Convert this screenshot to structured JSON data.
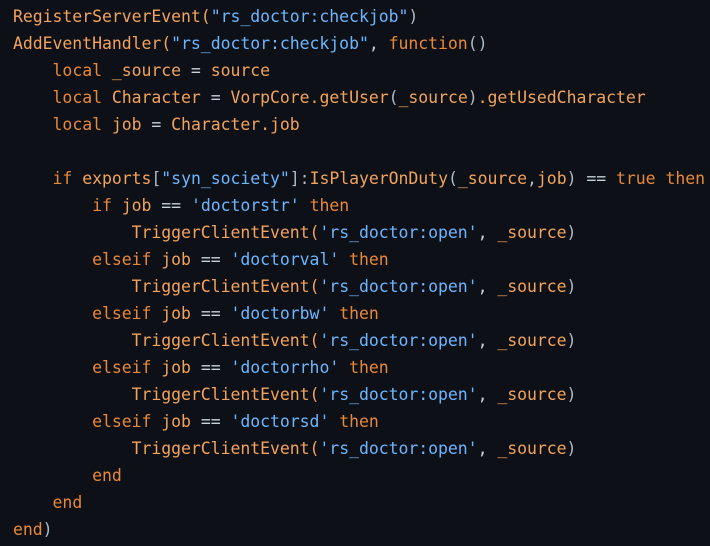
{
  "editor": {
    "language": "lua",
    "colors": {
      "background": "#0d1117",
      "keyword": "#e8883a",
      "identifier": "#f2a35c",
      "string": "#6cb6ff",
      "operator": "#c9d1d9",
      "punctuation": "#adbac7"
    },
    "lines": [
      [
        [
          "id",
          "RegisterServerEvent"
        ],
        [
          "id",
          "("
        ],
        [
          "str",
          "\"rs_doctor:checkjob\""
        ],
        [
          "punc",
          ")"
        ]
      ],
      [
        [
          "id",
          "AddEventHandler"
        ],
        [
          "id",
          "("
        ],
        [
          "str",
          "\"rs_doctor:checkjob\""
        ],
        [
          "op",
          ", "
        ],
        [
          "kw",
          "function"
        ],
        [
          "punc",
          "()"
        ]
      ],
      [
        [
          "ws",
          "    "
        ],
        [
          "kw",
          "local"
        ],
        [
          "ws",
          " "
        ],
        [
          "id",
          "_source"
        ],
        [
          "op",
          " = "
        ],
        [
          "id",
          "source"
        ]
      ],
      [
        [
          "ws",
          "    "
        ],
        [
          "kw",
          "local"
        ],
        [
          "ws",
          " "
        ],
        [
          "id",
          "Character"
        ],
        [
          "op",
          " = "
        ],
        [
          "id",
          "VorpCore.getUser"
        ],
        [
          "punc",
          "("
        ],
        [
          "id",
          "_source"
        ],
        [
          "punc",
          ")"
        ],
        [
          "id",
          ".getUsedCharacter"
        ]
      ],
      [
        [
          "ws",
          "    "
        ],
        [
          "kw",
          "local"
        ],
        [
          "ws",
          " "
        ],
        [
          "id",
          "job"
        ],
        [
          "op",
          " = "
        ],
        [
          "id",
          "Character.job"
        ]
      ],
      [],
      [
        [
          "ws",
          "    "
        ],
        [
          "kw",
          "if"
        ],
        [
          "ws",
          " "
        ],
        [
          "id",
          "exports"
        ],
        [
          "punc",
          "["
        ],
        [
          "str",
          "\"syn_society\""
        ],
        [
          "punc",
          "]:"
        ],
        [
          "id",
          "IsPlayerOnDuty"
        ],
        [
          "punc",
          "("
        ],
        [
          "id",
          "_source"
        ],
        [
          "punc",
          ","
        ],
        [
          "id",
          "job"
        ],
        [
          "punc",
          ")"
        ],
        [
          "op",
          " == "
        ],
        [
          "kw",
          "true"
        ],
        [
          "ws",
          " "
        ],
        [
          "kw",
          "then"
        ]
      ],
      [
        [
          "ws",
          "        "
        ],
        [
          "kw",
          "if"
        ],
        [
          "ws",
          " "
        ],
        [
          "id",
          "job"
        ],
        [
          "op",
          " == "
        ],
        [
          "str",
          "'doctorstr'"
        ],
        [
          "ws",
          " "
        ],
        [
          "kw",
          "then"
        ]
      ],
      [
        [
          "ws",
          "            "
        ],
        [
          "id",
          "TriggerClientEvent"
        ],
        [
          "id",
          "("
        ],
        [
          "str",
          "'rs_doctor:open'"
        ],
        [
          "op",
          ", "
        ],
        [
          "id",
          "_source"
        ],
        [
          "punc",
          ")"
        ]
      ],
      [
        [
          "ws",
          "        "
        ],
        [
          "kw",
          "elseif"
        ],
        [
          "ws",
          " "
        ],
        [
          "id",
          "job"
        ],
        [
          "op",
          " == "
        ],
        [
          "str",
          "'doctorval'"
        ],
        [
          "ws",
          " "
        ],
        [
          "kw",
          "then"
        ]
      ],
      [
        [
          "ws",
          "            "
        ],
        [
          "id",
          "TriggerClientEvent"
        ],
        [
          "id",
          "("
        ],
        [
          "str",
          "'rs_doctor:open'"
        ],
        [
          "op",
          ", "
        ],
        [
          "id",
          "_source"
        ],
        [
          "punc",
          ")"
        ]
      ],
      [
        [
          "ws",
          "        "
        ],
        [
          "kw",
          "elseif"
        ],
        [
          "ws",
          " "
        ],
        [
          "id",
          "job"
        ],
        [
          "op",
          " == "
        ],
        [
          "str",
          "'doctorbw'"
        ],
        [
          "ws",
          " "
        ],
        [
          "kw",
          "then"
        ]
      ],
      [
        [
          "ws",
          "            "
        ],
        [
          "id",
          "TriggerClientEvent"
        ],
        [
          "id",
          "("
        ],
        [
          "str",
          "'rs_doctor:open'"
        ],
        [
          "op",
          ", "
        ],
        [
          "id",
          "_source"
        ],
        [
          "punc",
          ")"
        ]
      ],
      [
        [
          "ws",
          "        "
        ],
        [
          "kw",
          "elseif"
        ],
        [
          "ws",
          " "
        ],
        [
          "id",
          "job"
        ],
        [
          "op",
          " == "
        ],
        [
          "str",
          "'doctorrho'"
        ],
        [
          "ws",
          " "
        ],
        [
          "kw",
          "then"
        ]
      ],
      [
        [
          "ws",
          "            "
        ],
        [
          "id",
          "TriggerClientEvent"
        ],
        [
          "id",
          "("
        ],
        [
          "str",
          "'rs_doctor:open'"
        ],
        [
          "op",
          ", "
        ],
        [
          "id",
          "_source"
        ],
        [
          "punc",
          ")"
        ]
      ],
      [
        [
          "ws",
          "        "
        ],
        [
          "kw",
          "elseif"
        ],
        [
          "ws",
          " "
        ],
        [
          "id",
          "job"
        ],
        [
          "op",
          " == "
        ],
        [
          "str",
          "'doctorsd'"
        ],
        [
          "ws",
          " "
        ],
        [
          "kw",
          "then"
        ]
      ],
      [
        [
          "ws",
          "            "
        ],
        [
          "id",
          "TriggerClientEvent"
        ],
        [
          "id",
          "("
        ],
        [
          "str",
          "'rs_doctor:open'"
        ],
        [
          "op",
          ", "
        ],
        [
          "id",
          "_source"
        ],
        [
          "punc",
          ")"
        ]
      ],
      [
        [
          "ws",
          "        "
        ],
        [
          "kw",
          "end"
        ]
      ],
      [
        [
          "ws",
          "    "
        ],
        [
          "kw",
          "end"
        ]
      ],
      [
        [
          "kw",
          "end"
        ],
        [
          "punc",
          ")"
        ]
      ]
    ]
  }
}
